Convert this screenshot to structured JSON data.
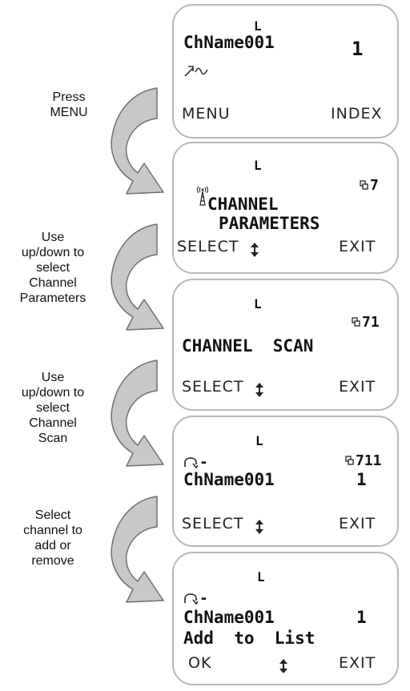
{
  "steps": [
    {
      "caption": "Press\nMENU"
    },
    {
      "caption": "Use\nup/down to\nselect\nChannel\nParameters"
    },
    {
      "caption": "Use\nup/down to\nselect\nChannel\nScan"
    },
    {
      "caption": "Select\nchannel to\nadd or\nremove"
    }
  ],
  "screens": [
    {
      "indicator": "L",
      "channel_name": "ChName001",
      "channel_number": "1",
      "left_soft": "MENU",
      "right_soft": "INDEX",
      "status_icons": "antenna-signal"
    },
    {
      "indicator": "L",
      "menu_index": "7",
      "title_line1": "CHANNEL",
      "title_line2": "PARAMETERS",
      "left_soft": "SELECT",
      "right_soft": "EXIT",
      "menu_icon": "antenna-tower"
    },
    {
      "indicator": "L",
      "menu_index": "71",
      "title": "CHANNEL  SCAN",
      "left_soft": "SELECT",
      "right_soft": "EXIT"
    },
    {
      "indicator": "L",
      "menu_index": "711",
      "scan_mark": "-",
      "channel_name": "ChName001",
      "channel_number": "1",
      "left_soft": "SELECT",
      "right_soft": "EXIT"
    },
    {
      "indicator": "L",
      "scan_mark": "-",
      "channel_name": "ChName001",
      "channel_number": "1",
      "action_line": "Add  to  List",
      "left_soft": "OK",
      "right_soft": "EXIT"
    }
  ],
  "colors": {
    "screen_border": "#b8b8b8",
    "arrow_fill": "#c8c8c8",
    "arrow_stroke": "#6f6f6f"
  },
  "icons": [
    "antenna-signal-icon",
    "antenna-tower-icon",
    "menu-index-icon",
    "up-down-arrows-icon",
    "scan-loop-icon",
    "curved-arrow-icon"
  ]
}
